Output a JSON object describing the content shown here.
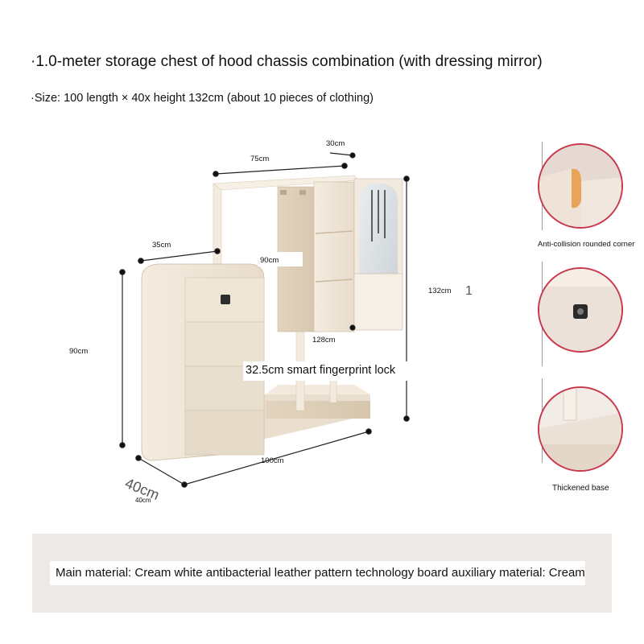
{
  "header": {
    "title": "·1.0-meter storage chest of hood chassis combination (with dressing mirror)",
    "subtitle": "·Size: 100 length × 40x height 132cm (about 10 pieces of clothing)"
  },
  "dimensions": {
    "top_width": "75cm",
    "mirror_depth": "30cm",
    "chest_depth": "35cm",
    "shelf_height": "90cm",
    "total_height": "132cm",
    "chest_height": "90cm",
    "inner_height": "128cm",
    "base_length": "100cm",
    "base_depth": "40cm",
    "base_depth_large": "40cm",
    "lock_label": "32.5cm smart fingerprint lock",
    "stray_mark": "1"
  },
  "details": [
    {
      "caption": "Anti-collision rounded corner"
    },
    {
      "caption": ""
    },
    {
      "caption": "Thickened base"
    }
  ],
  "footer": {
    "material": "Main material: Cream white antibacterial leather pattern technology board auxiliary material: Cream"
  }
}
